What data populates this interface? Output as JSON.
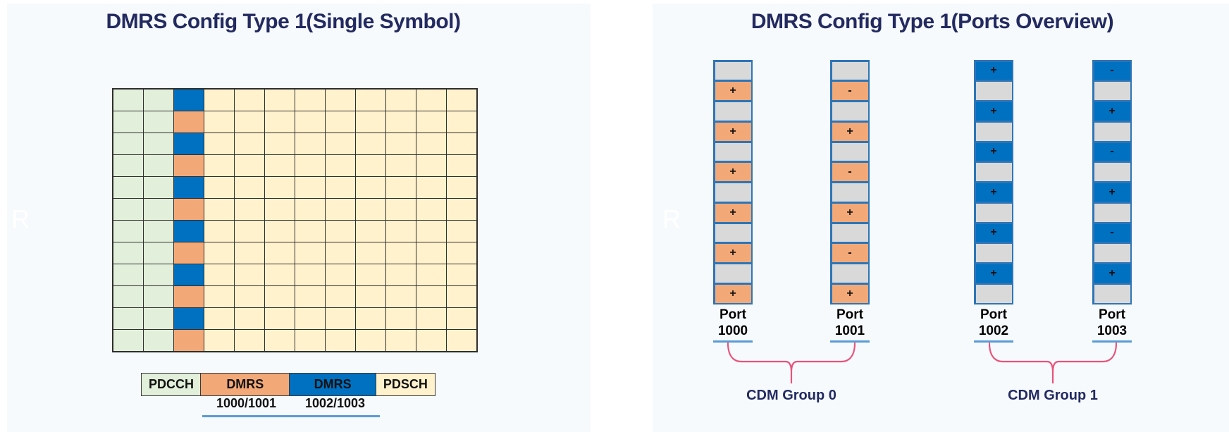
{
  "colors": {
    "card_bg": "#f6fafd",
    "title_ink": "#232a60",
    "ink": "#111111",
    "green": "#e2efda",
    "yellow": "#fff2cc",
    "blue": "#0070c0",
    "orange": "#f3a878",
    "gray": "#d9d9d9",
    "port_border": "#2e75b6",
    "underline": "#5b9bd5",
    "brace": "#e8537a",
    "grid_line": "#2e2e2e",
    "watermark": "#ffffff"
  },
  "left_panel": {
    "title": "DMRS Config Type 1(Single Symbol)",
    "watermark": "R",
    "grid": {
      "rows": 12,
      "cols": 12,
      "pdcch_cols": [
        0,
        1
      ],
      "dmrs_col": 2,
      "dmrs_alternation": [
        "blue",
        "orange"
      ]
    },
    "legend": {
      "items": [
        {
          "label": "PDCCH",
          "color": "green"
        },
        {
          "label": "DMRS",
          "color": "orange"
        },
        {
          "label": "DMRS",
          "color": "blue"
        },
        {
          "label": "PDSCH",
          "color": "yellow"
        }
      ],
      "port_pairs": [
        "1000/1001",
        "1002/1003"
      ]
    }
  },
  "right_panel": {
    "title": "DMRS Config Type 1(Ports Overview)",
    "watermark": "R",
    "cells_per_column": 12,
    "ports": [
      {
        "name": "Port",
        "number": "1000",
        "cdm_color": "orange",
        "coded_cells": "even",
        "symbols": [
          "+",
          "+",
          "+",
          "+",
          "+",
          "+"
        ]
      },
      {
        "name": "Port",
        "number": "1001",
        "cdm_color": "orange",
        "coded_cells": "even",
        "symbols": [
          "-",
          "+",
          "-",
          "+",
          "-",
          "+"
        ]
      },
      {
        "name": "Port",
        "number": "1002",
        "cdm_color": "blue",
        "coded_cells": "odd",
        "symbols": [
          "+",
          "+",
          "+",
          "+",
          "+",
          "+"
        ]
      },
      {
        "name": "Port",
        "number": "1003",
        "cdm_color": "blue",
        "coded_cells": "odd",
        "symbols": [
          "-",
          "+",
          "-",
          "+",
          "-",
          "+"
        ]
      }
    ],
    "cdm_groups": [
      {
        "label": "CDM Group 0"
      },
      {
        "label": "CDM Group 1"
      }
    ]
  }
}
